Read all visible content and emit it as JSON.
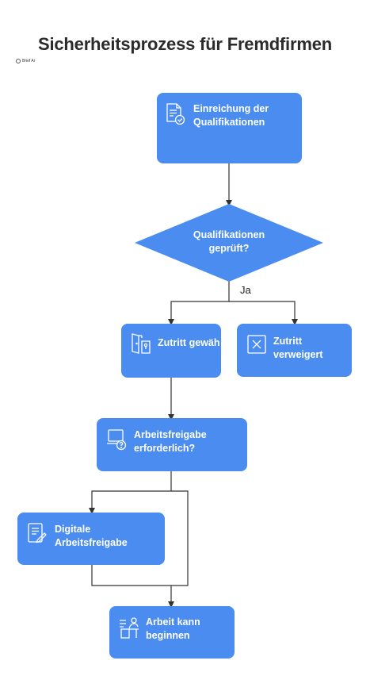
{
  "title": "Sicherheitsprozess für Fremdfirmen",
  "logo_text": "Brief Ai",
  "colors": {
    "node": "#4a8cf0",
    "connector": "#333333",
    "text_on_node": "#ffffff"
  },
  "nodes": {
    "submission": {
      "label": "Einreichung der\nQualifikationen",
      "icon": "document-check-icon"
    },
    "decision_qualified": {
      "label": "Qualifikationen\ngeprüft?"
    },
    "access_granted": {
      "label": "Zutritt gewäh",
      "icon": "open-door-icon"
    },
    "access_denied": {
      "label": "Zutritt\nverweigert",
      "icon": "x-box-icon"
    },
    "permit_required": {
      "label": "Arbeitsfreigabe\nerforderlich?",
      "icon": "laptop-question-icon"
    },
    "digital_permit": {
      "label": "Digitale\nArbeitsfreigabe",
      "icon": "tablet-document-icon"
    },
    "work_begins": {
      "label": "Arbeit kann\nbeginnen",
      "icon": "desk-worker-icon"
    }
  },
  "edge_labels": {
    "yes": "Ja"
  }
}
